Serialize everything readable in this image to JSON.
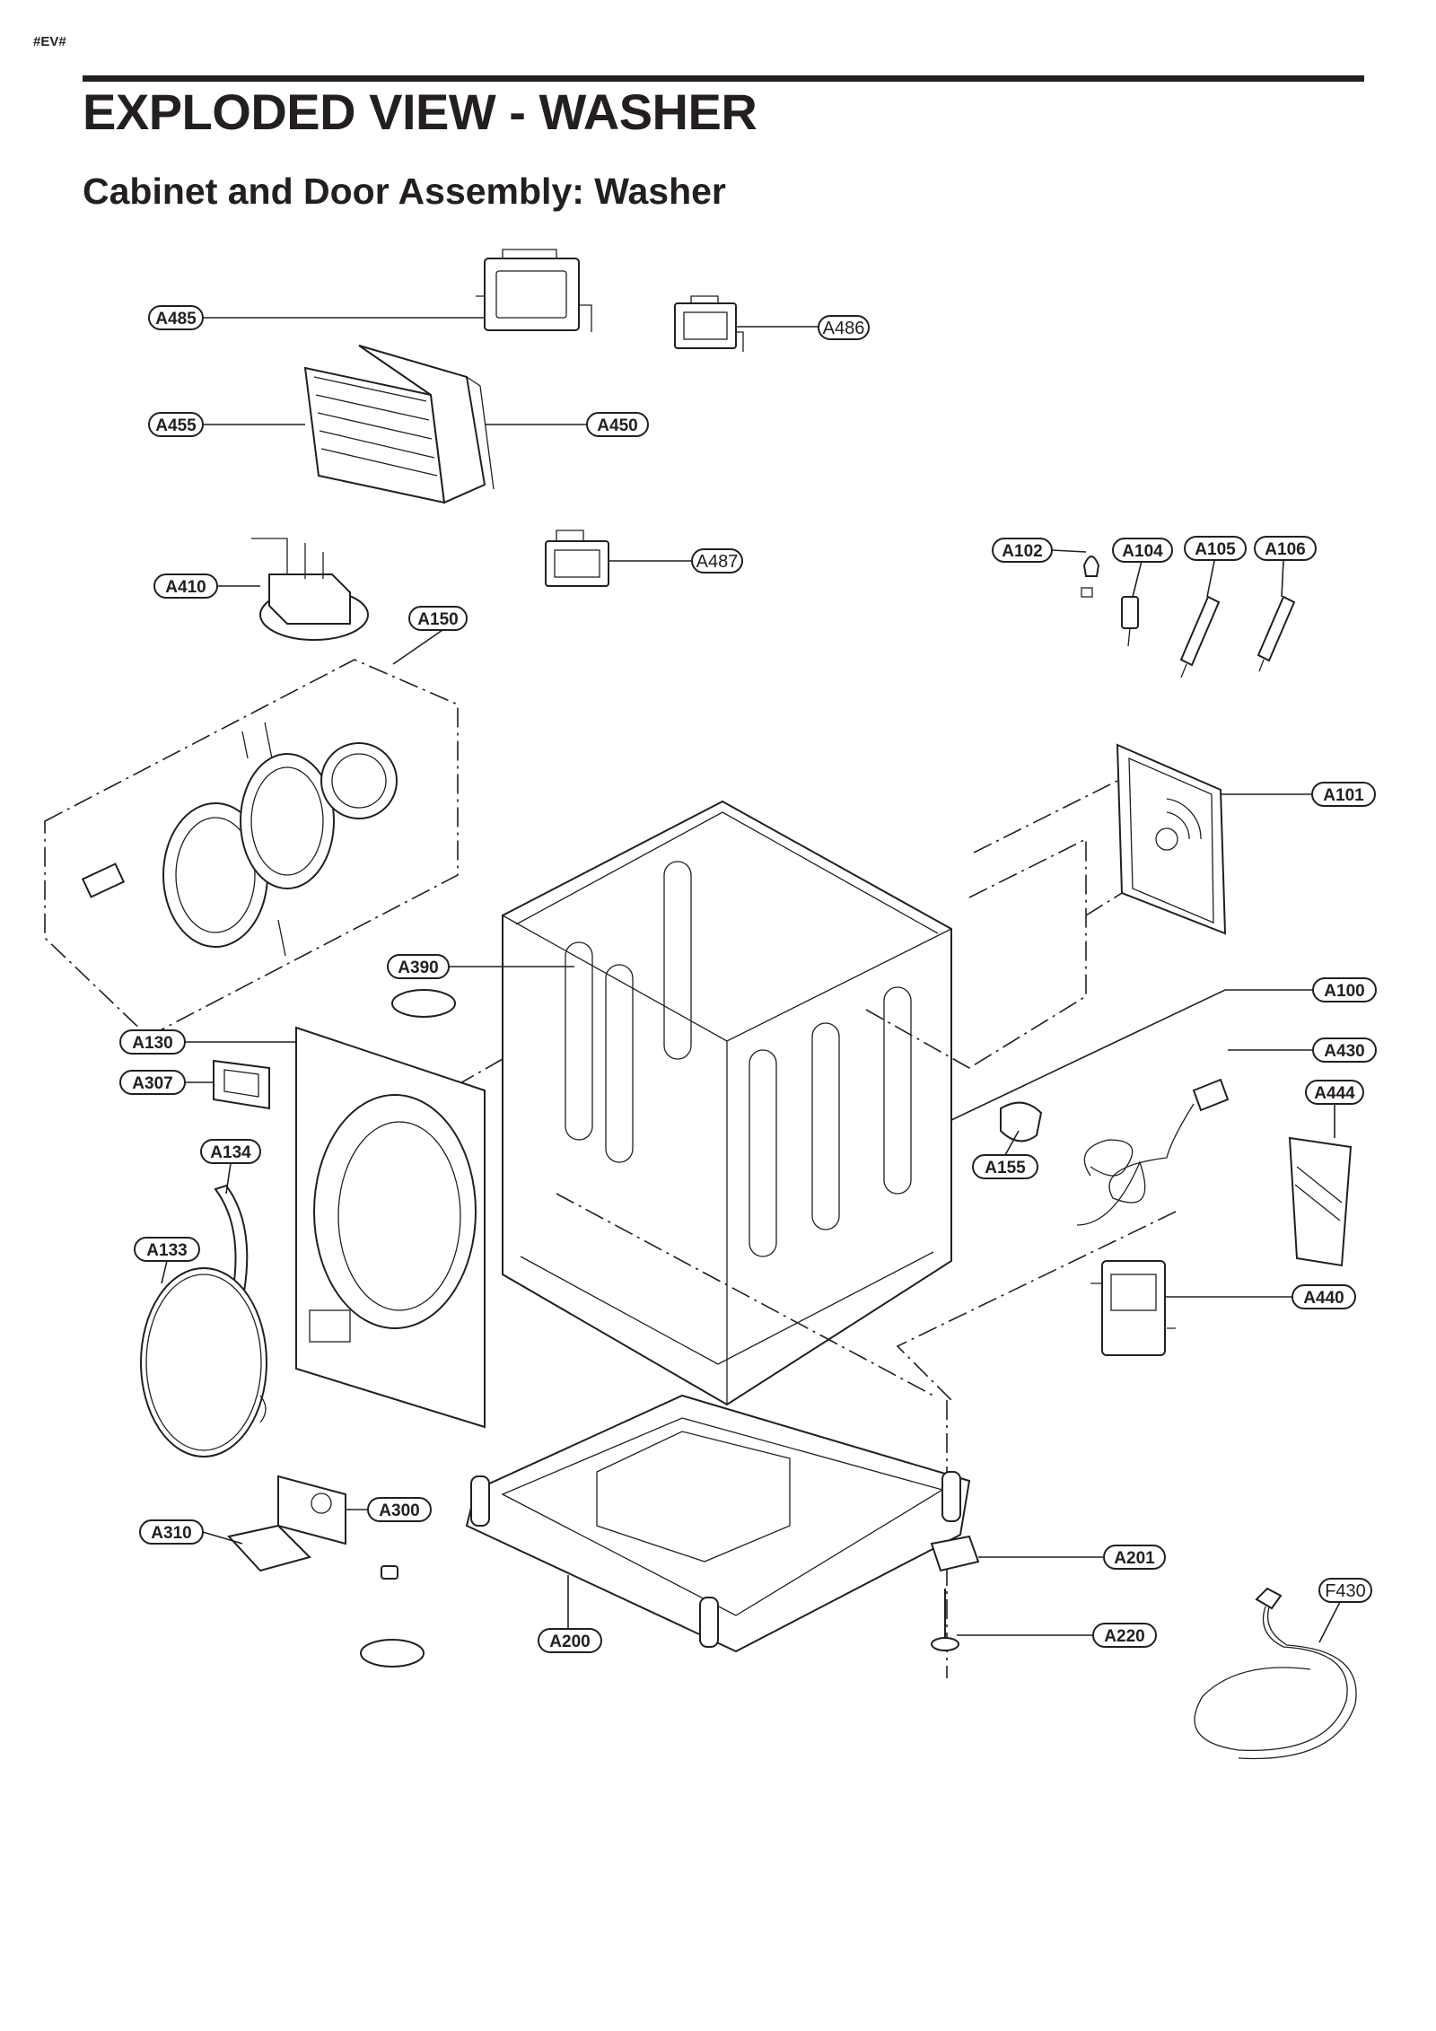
{
  "page_code": "#EV#",
  "title": "EXPLODED VIEW - WASHER",
  "subtitle": "Cabinet and Door Assembly: Washer",
  "callouts": {
    "A485": "A485",
    "A486": "A486",
    "A455": "A455",
    "A450": "A450",
    "A410": "A410",
    "A487": "A487",
    "A150": "A150",
    "A102": "A102",
    "A104": "A104",
    "A105": "A105",
    "A106": "A106",
    "A101": "A101",
    "A390": "A390",
    "A100": "A100",
    "A130": "A130",
    "A430": "A430",
    "A307": "A307",
    "A444": "A444",
    "A134": "A134",
    "A155": "A155",
    "A133": "A133",
    "A440": "A440",
    "A300": "A300",
    "A310": "A310",
    "A201": "A201",
    "F430": "F430",
    "A200": "A200",
    "A220": "A220"
  }
}
